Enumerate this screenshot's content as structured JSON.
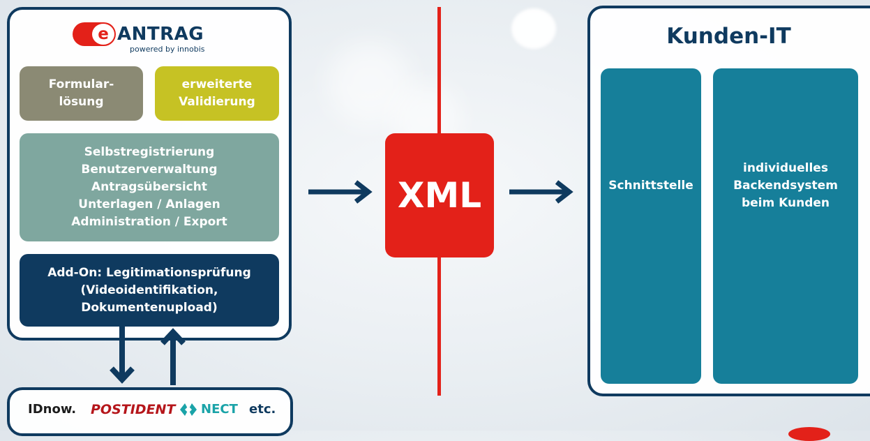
{
  "logo": {
    "letter": "e",
    "name": "ANTRAG",
    "tagline": "powered by innobis"
  },
  "left_panel": {
    "box_form": "Formular-\nlösung",
    "box_validation": "erweiterte\nValidierung",
    "box_features": "Selbstregistrierung\nBenutzerverwaltung\nAntragsübersicht\nUnterlagen / Anlagen\nAdministration / Export",
    "box_addon": "Add-On: Legitimationsprüfung\n(Videoidentifikation,\nDokumentenupload)"
  },
  "center": {
    "label": "XML"
  },
  "right_panel": {
    "title": "Kunden-IT",
    "box_interface": "Schnittstelle",
    "box_backend": "individuelles\nBackendsystem\nbeim Kunden"
  },
  "providers": {
    "idnow": "IDnow.",
    "postident": "POSTIDENT",
    "nect": "NECT",
    "etc": "etc."
  },
  "colors": {
    "navy": "#0f3a5f",
    "red": "#e32119",
    "olive_gray": "#8b8a74",
    "lime": "#c6c224",
    "sage": "#7fa79f",
    "teal": "#167f9a",
    "nect_teal": "#1aa3a8"
  },
  "icons": [
    "arrow-right-icon",
    "arrow-down-icon",
    "arrow-up-icon",
    "nect-logo-icon"
  ]
}
